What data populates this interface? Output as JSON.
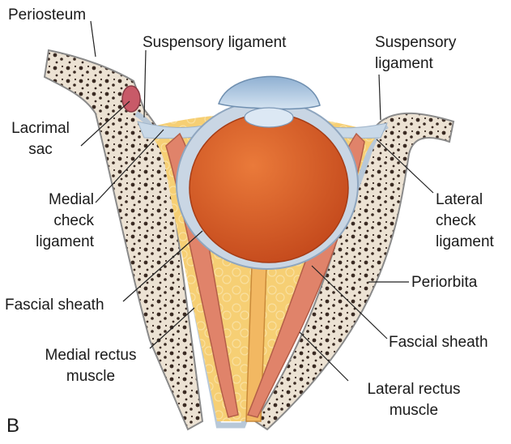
{
  "colors": {
    "bone": "#efe5d8",
    "marrow": "#3a2a22",
    "fat": "#f6cf74",
    "periorbita": "#c9d6e2",
    "muscle": "#e0836a",
    "globe": "#d45a25",
    "cornea": "#a9c4df",
    "leader": "#222222"
  },
  "labels": {
    "periosteum": "Periosteum",
    "suspensory_left": "Suspensory ligament",
    "suspensory_right_1": "Suspensory",
    "suspensory_right_2": "ligament",
    "lacrimal_1": "Lacrimal",
    "lacrimal_2": "sac",
    "medial_check_1": "Medial",
    "medial_check_2": "check",
    "medial_check_3": "ligament",
    "lateral_check_1": "Lateral",
    "lateral_check_2": "check",
    "lateral_check_3": "ligament",
    "periorbita": "Periorbita",
    "fascial_left": "Fascial sheath",
    "fascial_right": "Fascial sheath",
    "medial_rectus_1": "Medial rectus",
    "medial_rectus_2": "muscle",
    "lateral_rectus_1": "Lateral rectus",
    "lateral_rectus_2": "muscle",
    "panel": "B"
  }
}
